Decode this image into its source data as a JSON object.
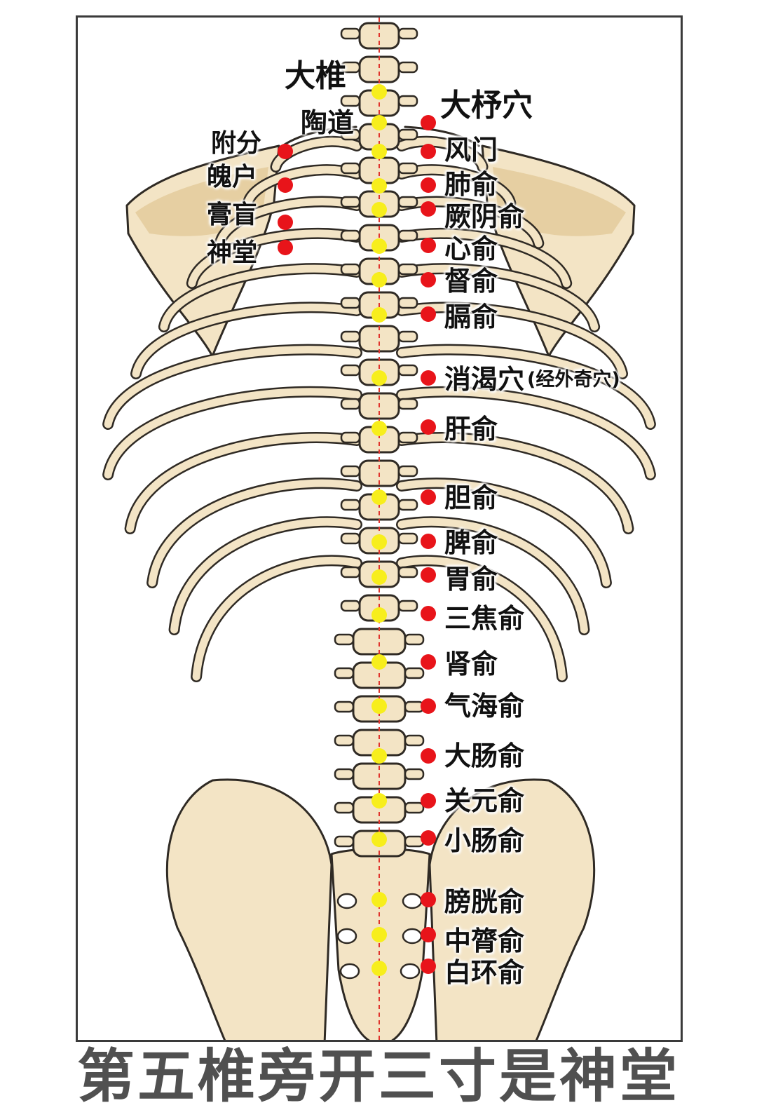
{
  "caption": "第五椎旁开三寸是神堂",
  "colors": {
    "bone_fill": "#f3e4c5",
    "bone_shade": "#e6cfa2",
    "outline": "#2f2a24",
    "midline": "#e0342c",
    "governor_point": "#f7ee1c",
    "bladder_point": "#e8141a",
    "frame": "#3a3a3a",
    "caption": "#505050"
  },
  "labels": {
    "dazhui": "大椎",
    "taodao": "陶道",
    "dazhu": "大杼穴",
    "fengmen": "风门",
    "feishu": "肺俞",
    "jueyinshu": "厥阴俞",
    "xinshu": "心俞",
    "dushu": "督俞",
    "geshu": "膈俞",
    "xiaoke": "消渴穴",
    "xiaoke_note": "(经外奇穴)",
    "ganshu": "肝俞",
    "danshu": "胆俞",
    "pishu": "脾俞",
    "weishu": "胃俞",
    "sanjiaoshu": "三焦俞",
    "shenshu": "肾俞",
    "qihaishu": "气海俞",
    "dachangshu": "大肠俞",
    "guanyuanshu": "关元俞",
    "xiaochangshu": "小肠俞",
    "pangguangshu": "膀胱俞",
    "zhonglushu": "中膂俞",
    "baihuanshu": "白环俞",
    "fufen": "附分",
    "pohu": "魄户",
    "gaohuang": "膏盲",
    "shentang": "神堂"
  }
}
